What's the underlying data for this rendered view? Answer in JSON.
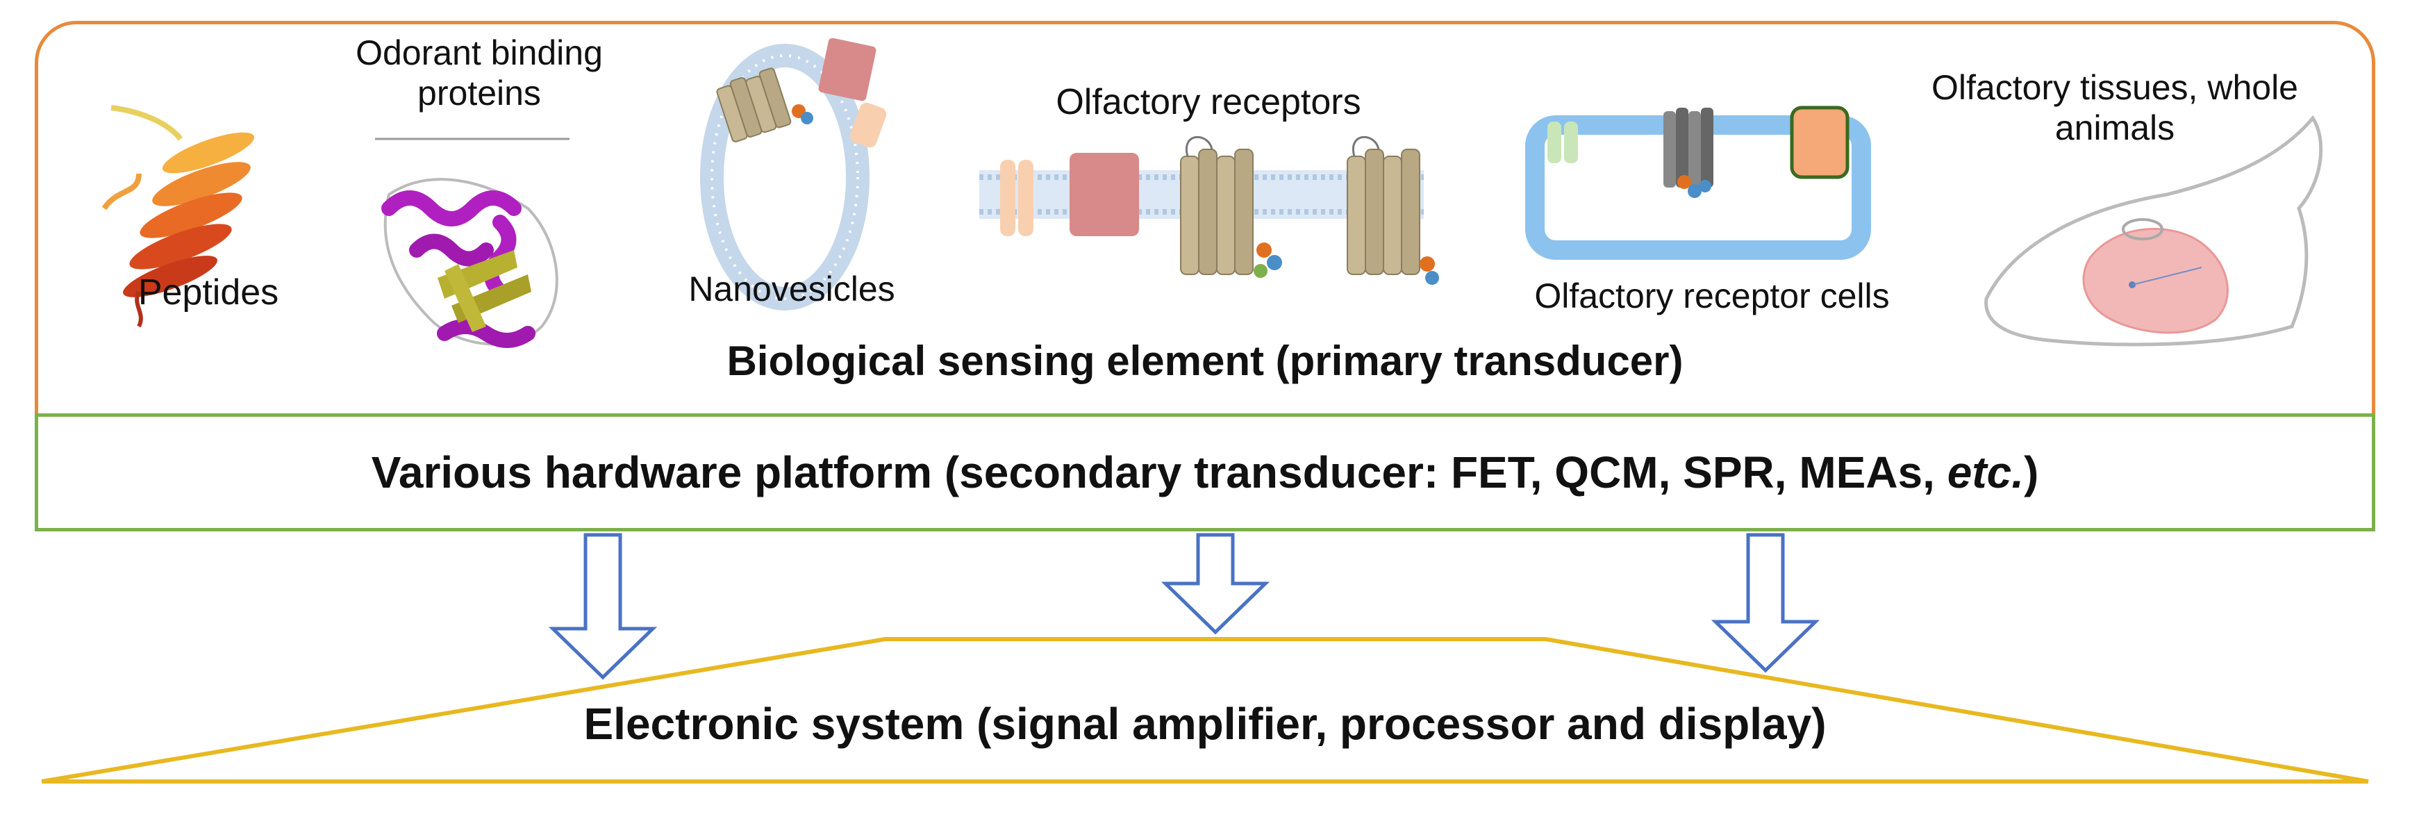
{
  "primary": {
    "title": "Biological sensing element (primary transducer)",
    "elements": [
      {
        "label": "Peptides"
      },
      {
        "label": "Odorant binding\nproteins"
      },
      {
        "label": "Nanovesicles"
      },
      {
        "label": "Olfactory receptors"
      },
      {
        "label": "Olfactory receptor cells"
      },
      {
        "label": "Olfactory tissues, whole\nanimals"
      }
    ]
  },
  "secondary": {
    "prefix": "Various hardware platform (secondary transducer: FET, QCM, SPR, MEAs, ",
    "etc": "etc.",
    "suffix": ")"
  },
  "system": {
    "title": "Electronic system (signal amplifier, processor and display)"
  },
  "colors": {
    "primary_border": "#E88A3A",
    "secondary_border": "#7DB04B",
    "system_border": "#E8B820",
    "arrow": "#4A72C4"
  }
}
